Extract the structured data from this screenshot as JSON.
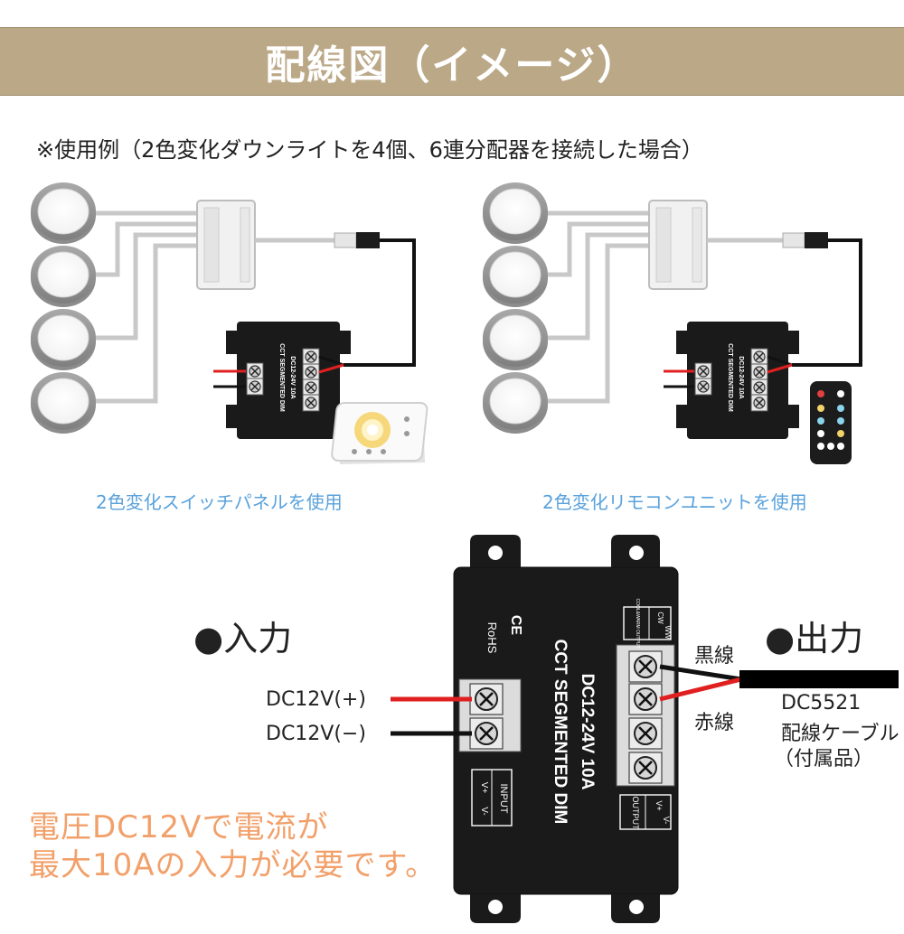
{
  "title": "配線図（イメージ）",
  "note": "※使用例（2色変化ダウンライトを4個、6連分配器を接続した場合）",
  "captions": {
    "left": "2色変化スイッチパネルを使用",
    "right": "2色変化リモコンユニットを使用"
  },
  "controller": {
    "model": "CCT SEGMENTED DIM",
    "rating": "DC12-24V  10A",
    "mark": "RoHS",
    "ce": "CE",
    "input_label": "INPUT",
    "output_label": "OUTPUT",
    "v_plus": "V+",
    "v_minus": "V-",
    "cw_label": "CW",
    "ww_label": "WW",
    "output_side": "COOL&WARM OUTPUT"
  },
  "input": {
    "heading": "●入力",
    "plus": "DC12V(+)",
    "minus": "DC12V(−)"
  },
  "output": {
    "heading": "●出力",
    "black_wire": "黒線",
    "red_wire": "赤線",
    "cable_line1": "DC5521",
    "cable_line2": "配線ケーブル",
    "cable_line3": "（付属品）"
  },
  "requirement": {
    "line1": "電圧DC12Vで電流が",
    "line2": "最大10Aの入力が必要です。"
  },
  "colors": {
    "banner": "#bba887",
    "caption": "#5aa2dc",
    "requirement": "#f2a06a",
    "red_wire": "#e02020",
    "controller": "#1a1a1a"
  }
}
